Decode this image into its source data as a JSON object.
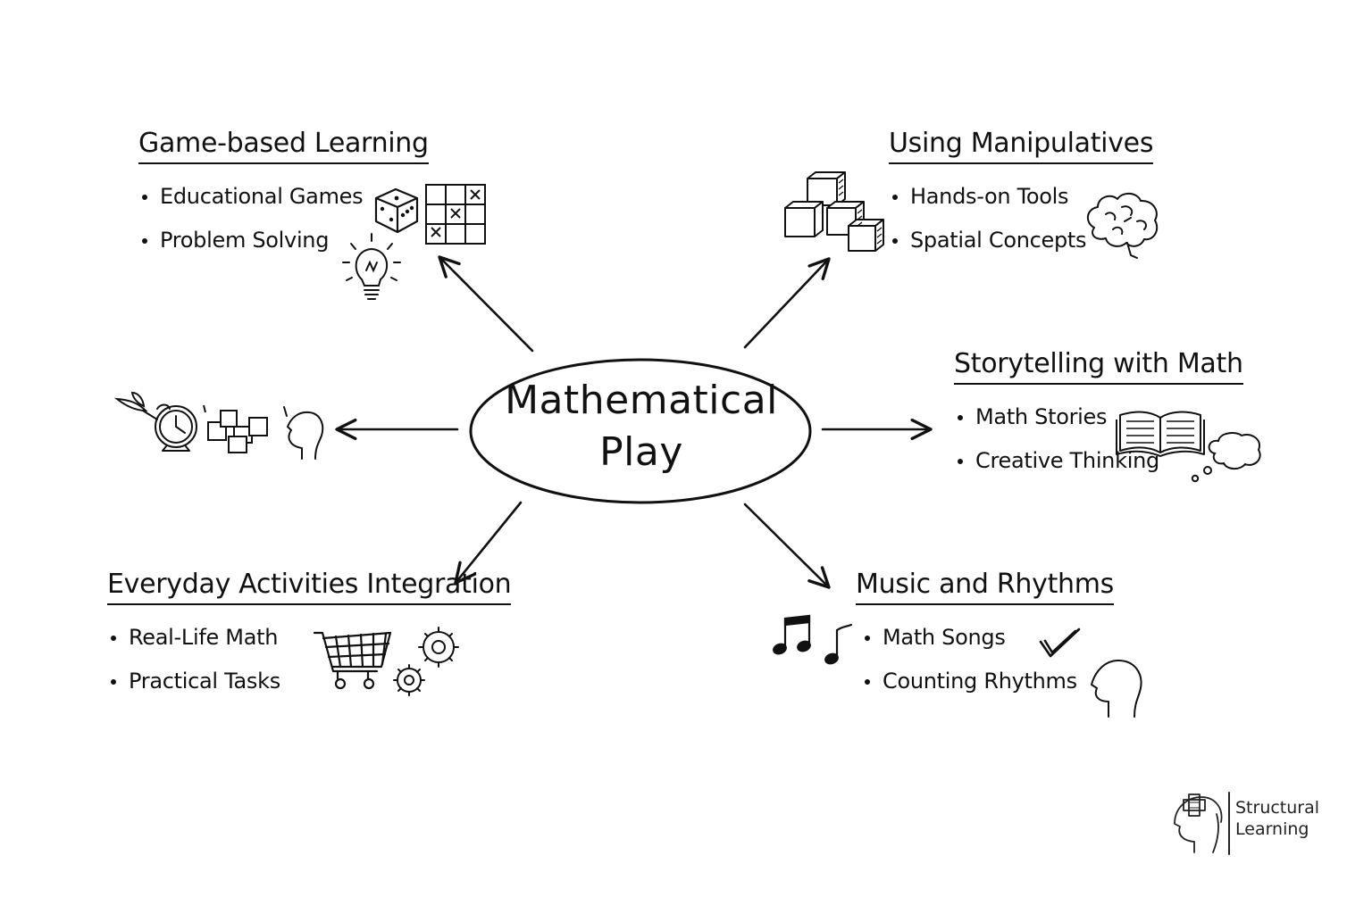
{
  "center": {
    "line1": "Mathematical",
    "line2": "Play"
  },
  "branches": [
    {
      "title": "Game-based Learning",
      "items": [
        "Educational Games",
        "Problem Solving"
      ]
    },
    {
      "title": "Using Manipulatives",
      "items": [
        "Hands-on Tools",
        "Spatial Concepts"
      ]
    },
    {
      "title": "Storytelling with Math",
      "items": [
        "Math Stories",
        "Creative Thinking"
      ]
    },
    {
      "title": "Everyday Activities Integration",
      "items": [
        "Real-Life Math",
        "Practical Tasks"
      ]
    },
    {
      "title": "Music and Rhythms",
      "items": [
        "Math Songs",
        "Counting Rhythms"
      ]
    }
  ],
  "icons": {
    "game": [
      "dice-icon",
      "tic-tac-toe-grid-icon",
      "lightbulb-icon"
    ],
    "manipulatives": [
      "stacked-blocks-icon",
      "brain-icon"
    ],
    "left_unlabeled": [
      "apple-clock-icon",
      "puzzle-squares-icon",
      "head-icon"
    ],
    "storytelling": [
      "open-book-icon",
      "thought-bubble-icon"
    ],
    "everyday": [
      "shopping-cart-icon",
      "gears-icon"
    ],
    "music": [
      "music-notes-icon",
      "checkmark-icon",
      "head-icon"
    ]
  },
  "brand": {
    "line1": "Structural",
    "line2": "Learning"
  },
  "colors": {
    "ink": "#111111",
    "background": "#ffffff"
  }
}
